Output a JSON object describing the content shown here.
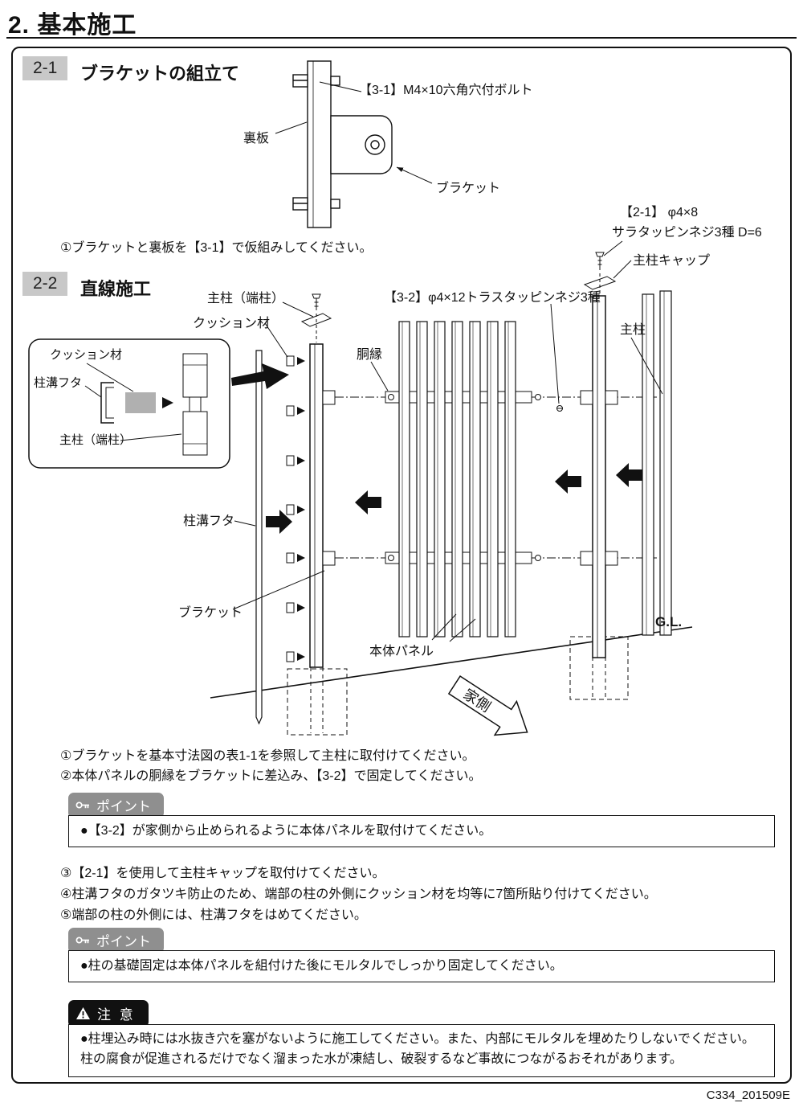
{
  "page": {
    "title": "2. 基本施工",
    "doc_code": "C334_201509E"
  },
  "colors": {
    "section_box_bg": "#c8c8c8",
    "point_tab_bg": "#8f8f8f",
    "caution_tab_bg": "#000000",
    "cushion_fill": "#b0b0b0",
    "line_color": "#111111"
  },
  "section1": {
    "num": "2-1",
    "title": "ブラケットの組立て",
    "labels": {
      "bolt": "【3-1】M4×10六角穴付ボルト",
      "back_plate": "裏板",
      "bracket": "ブラケット"
    },
    "step1": "①ブラケットと裏板を【3-1】で仮組みしてください。"
  },
  "section2": {
    "num": "2-2",
    "title": "直線施工",
    "labels": {
      "screw_21": "【2-1】 φ4×8",
      "screw_21_type": "サラタッピンネジ3種 D=6",
      "post_cap": "主柱キャップ",
      "end_post": "主柱（端柱）",
      "cushion": "クッション材",
      "screw_32": "【3-2】φ4×12トラスタッピンネジ3種",
      "rail": "胴縁",
      "main_post": "主柱",
      "groove_cover": "柱溝フタ",
      "bracket": "ブラケット",
      "panel": "本体パネル",
      "ground_line": "G.L.",
      "house_side": "家側"
    },
    "inset_labels": {
      "cushion": "クッション材",
      "groove_cover": "柱溝フタ",
      "end_post": "主柱（端柱）"
    },
    "steps_a": [
      "①ブラケットを基本寸法図の表1-1を参照して主柱に取付けてください。",
      "②本体パネルの胴縁をブラケットに差込み、【3-2】で固定してください。"
    ],
    "point1": {
      "tab": "ポイント",
      "text": "●【3-2】が家側から止められるように本体パネルを取付けてください。"
    },
    "steps_b": [
      "③【2-1】を使用して主柱キャップを取付けてください。",
      "④柱溝フタのガタツキ防止のため、端部の柱の外側にクッション材を均等に7箇所貼り付けてください。",
      "⑤端部の柱の外側には、柱溝フタをはめてください。"
    ],
    "point2": {
      "tab": "ポイント",
      "text": "●柱の基礎固定は本体パネルを組付けた後にモルタルでしっかり固定してください。"
    },
    "caution": {
      "tab": "注 意",
      "text": "●柱埋込み時には水抜き穴を塞がないように施工してください。また、内部にモルタルを埋めたりしないでください。柱の腐食が促進されるだけでなく溜まった水が凍結し、破裂するなど事故につながるおそれがあります。"
    }
  }
}
